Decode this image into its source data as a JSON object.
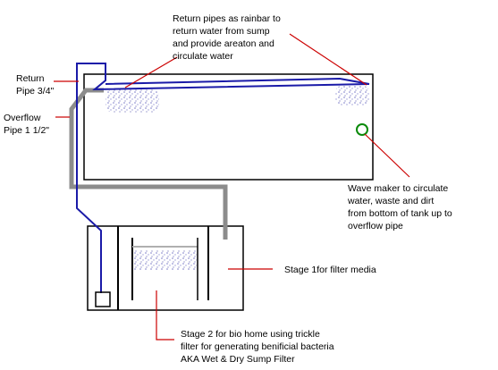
{
  "labels": {
    "return_pipes": [
      "Return pipes as rainbar to",
      "return water from sump",
      "and provide areaton and",
      "circulate water"
    ],
    "return_pipe": [
      "Return",
      "Pipe 3/4\""
    ],
    "overflow_pipe": [
      "Overflow",
      "Pipe 1 1/2\""
    ],
    "wave_maker": [
      "Wave maker to circulate",
      "water, waste and dirt",
      "from bottom of tank up to",
      "overflow pipe"
    ],
    "stage1": "Stage 1for filter media",
    "stage2": [
      "Stage 2 for bio home using trickle",
      "filter for generating benificial bacteria",
      "AKA Wet & Dry Sump Filter"
    ]
  },
  "colors": {
    "return_pipe": "#1a1aa8",
    "overflow_pipe": "#8c8c8c",
    "annotation_line": "#cc0000",
    "wave_maker": "#0a8a0a",
    "outline": "#000000"
  }
}
